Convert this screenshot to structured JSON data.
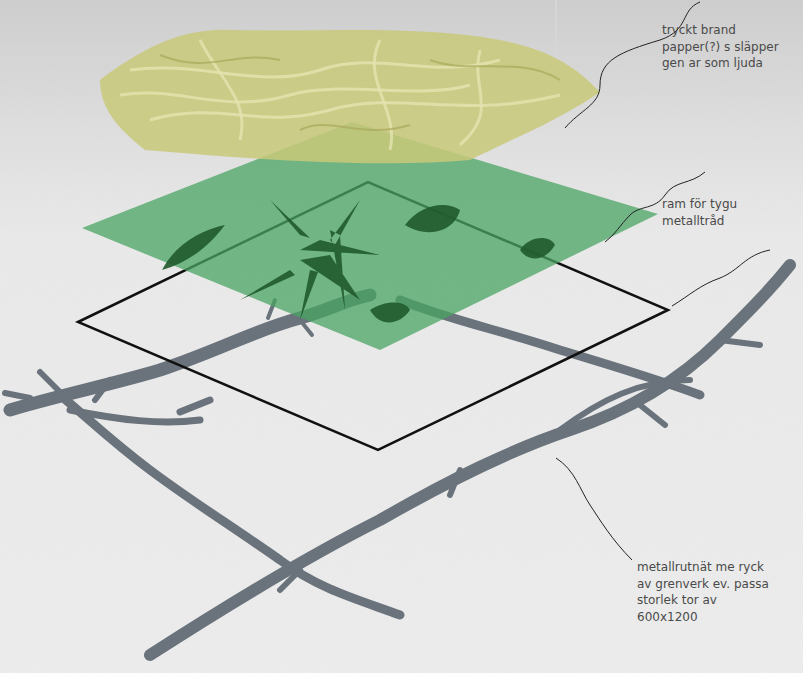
{
  "diagram": {
    "labels": [
      "tryckt brand papper(?) s släpper gen ar som ljuda",
      "ram för tygu metalltråd",
      "metallrutnät me ryck av grenverk ev. passa storlek tor av 600x1200"
    ]
  }
}
